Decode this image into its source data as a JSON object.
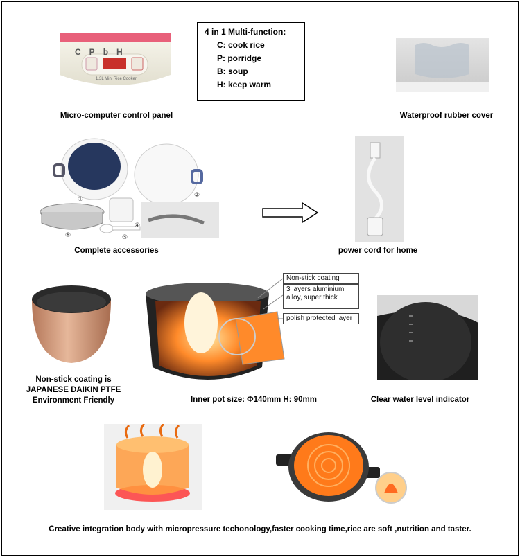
{
  "multifunction": {
    "title": "4 in 1 Multi-function:",
    "items": [
      "C: cook rice",
      "P: porridge",
      "B: soup",
      "H: keep warm"
    ]
  },
  "control_panel": {
    "caption": "Micro-computer control panel",
    "panel_text": "1.3L Mini Rice Cooker",
    "mode_labels": [
      "C",
      "P",
      "b",
      "H"
    ]
  },
  "rubber_cover": {
    "caption": "Waterproof rubber cover"
  },
  "accessories": {
    "caption": "Complete accessories",
    "numbers": [
      "①",
      "②",
      "④",
      "⑤",
      "⑥"
    ]
  },
  "power_cord": {
    "caption": "power cord for home"
  },
  "nonstick": {
    "caption_lines": [
      "Non-stick coating is",
      "JAPANESE DAIKIN  PTFE",
      "Environment Friendly"
    ]
  },
  "inner_pot": {
    "caption": "Inner pot size: Φ140mm  H: 90mm",
    "labels": [
      "Non-stick coating",
      "3 layers aluminium alloy, super thick",
      "polish protected layer"
    ]
  },
  "water_level": {
    "caption": "Clear water level indicator"
  },
  "footer": {
    "caption": "Creative integration body with micropressure techonology,faster cooking time,rice are soft ,nutrition and taster."
  },
  "colors": {
    "border": "#000000",
    "copper": "#c8906c",
    "heat": "#ff7a1a",
    "pink_rim": "#e8607a"
  }
}
